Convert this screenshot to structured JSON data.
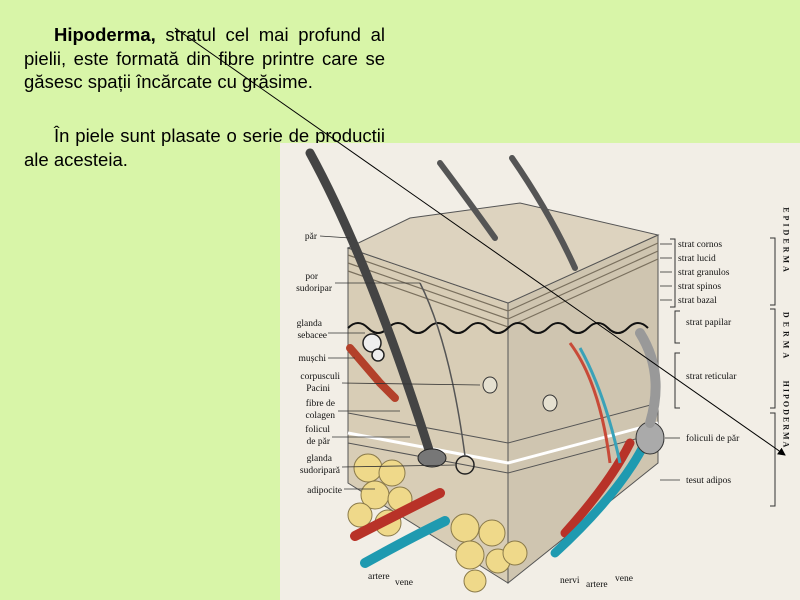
{
  "text": {
    "para1_bold": "Hipoderma,",
    "para1_rest": " stratul cel mai profund al pielii, este formată din fibre printre care se găsesc spații încărcate cu grăsime.",
    "para2": "În piele sunt plasate o serie de producții ale acesteia."
  },
  "diagram": {
    "left_labels": {
      "par": "păr",
      "por1": "por",
      "por2": "sudoripar",
      "glanda_seb1": "glanda",
      "glanda_seb2": "sebacee",
      "muschi": "mușchi",
      "pacini1": "corpusculi",
      "pacini2": "Pacini",
      "colagen1": "fibre de",
      "colagen2": "colagen",
      "folicul1": "folicul",
      "folicul2": "de păr",
      "glanda_sud1": "glanda",
      "glanda_sud2": "sudoripară",
      "adipocite": "adipocite"
    },
    "right_labels": {
      "cornos": "strat cornos",
      "lucid": "strat lucid",
      "granulos": "strat granulos",
      "spinos": "strat spinos",
      "bazal": "strat bazal",
      "papilar": "strat papilar",
      "reticular": "strat reticular",
      "foliculi": "foliculi de păr",
      "adipos": "tesut adipos"
    },
    "bottom_labels": {
      "artere_left": "artere",
      "vene_left": "vene",
      "nervi": "nervi",
      "artere_right": "artere",
      "vene_right": "vene"
    },
    "vertical_labels": {
      "epiderma": "EPIDERMA",
      "derma": "DERMA",
      "hipoderma": "HIPODERMA"
    }
  }
}
